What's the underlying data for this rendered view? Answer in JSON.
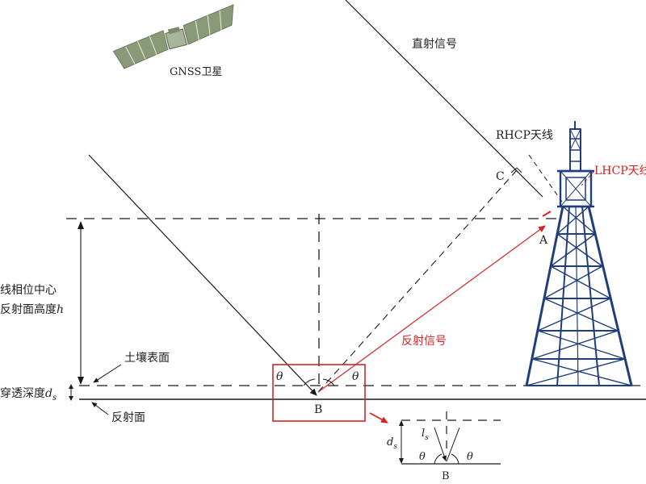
{
  "labels": {
    "satellite": "GNSS卫星",
    "direct_signal": "直射信号",
    "rhcp_antenna": "RHCP天线",
    "lhcp_antenna": "LHCP天线",
    "point_c": "C",
    "point_a": "A",
    "point_b": "B",
    "point_b_inset": "B",
    "reflected_signal": "反射信号",
    "height_label_line1": "线相位中心",
    "height_label_line2": "反射面高度",
    "height_symbol": "h",
    "soil_surface": "土壤表面",
    "penetration_depth": "穿透深度",
    "depth_symbol": "d",
    "depth_sub": "s",
    "reflection_plane": "反射面",
    "theta": "θ",
    "inset_ls": "l",
    "inset_ls_sub": "s",
    "inset_ds": "d",
    "inset_ds_sub": "s"
  },
  "colors": {
    "line": "#1a1a1a",
    "reflected": "#d22424",
    "tower": "#1f3e7a",
    "satellite_panel": "#8a9a78"
  },
  "icons": {
    "satellite": "satellite-icon",
    "tower": "transmission-tower-icon"
  }
}
